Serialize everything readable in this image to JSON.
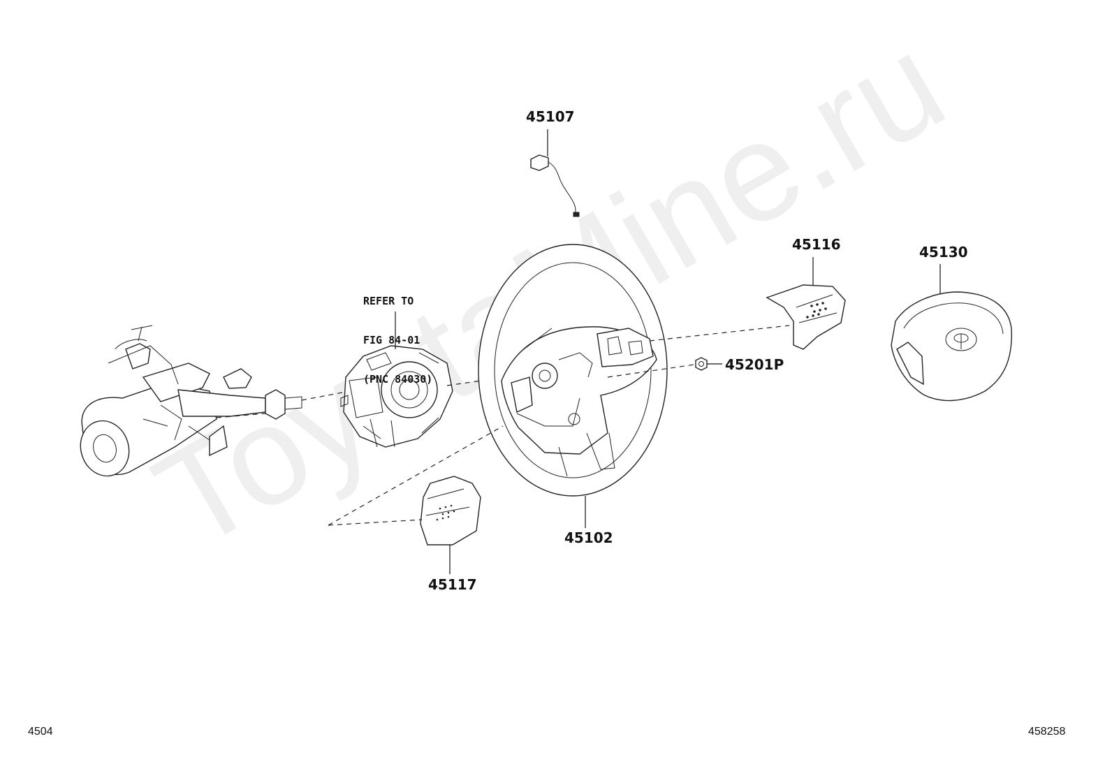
{
  "watermark": "ToyotaMine.ru",
  "labels": {
    "p45107": "45107",
    "p45116": "45116",
    "p45130": "45130",
    "p45201p": "45201P",
    "p45102": "45102",
    "p45117": "45117"
  },
  "refer_note": {
    "line1": "REFER TO",
    "line2": "FIG 84-01",
    "line3": "(PNC 84030)"
  },
  "footer": {
    "figure_code": "4504",
    "image_code": "458258"
  },
  "colors": {
    "line": "#222222",
    "background": "#ffffff",
    "watermark": "#afafaf"
  }
}
